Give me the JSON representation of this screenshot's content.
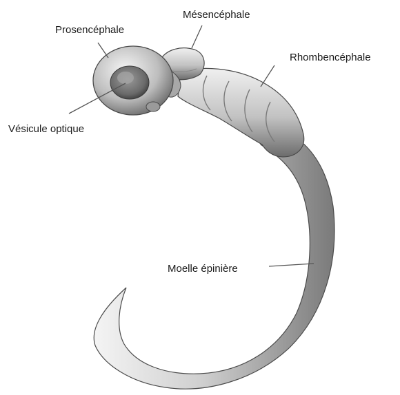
{
  "labels": {
    "prosencephale": "Prosencéphale",
    "mesencephale": "Mésencéphale",
    "rhombencephale": "Rhombencéphale",
    "vesicule_optique": "Vésicule optique",
    "moelle_epiniere": "Moelle épinière"
  },
  "colors": {
    "body_dark": "#6e6e6e",
    "body_mid": "#b8b8b8",
    "body_light": "#f2f2f2",
    "outline": "#4a4a4a",
    "leader_line": "#555555",
    "text": "#1a1a1a"
  }
}
